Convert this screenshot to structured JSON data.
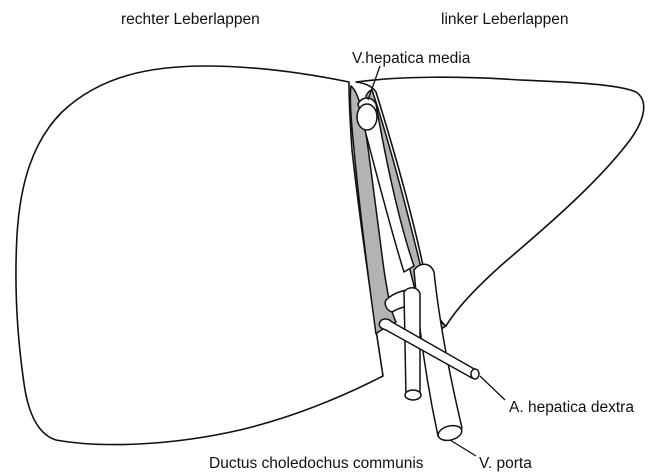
{
  "labels": {
    "right_lobe": "rechter Leberlappen",
    "left_lobe": "linker Leberlappen",
    "vena_hepatica_media": "V.hepatica media",
    "arteria_hepatica_dextra": "A. hepatica dextra",
    "ductus_choledochus": "Ductus choledochus communis",
    "vena_porta": "V. porta"
  },
  "colors": {
    "line": "#111111",
    "shading": "#b3b3b3",
    "background": "#ffffff"
  }
}
